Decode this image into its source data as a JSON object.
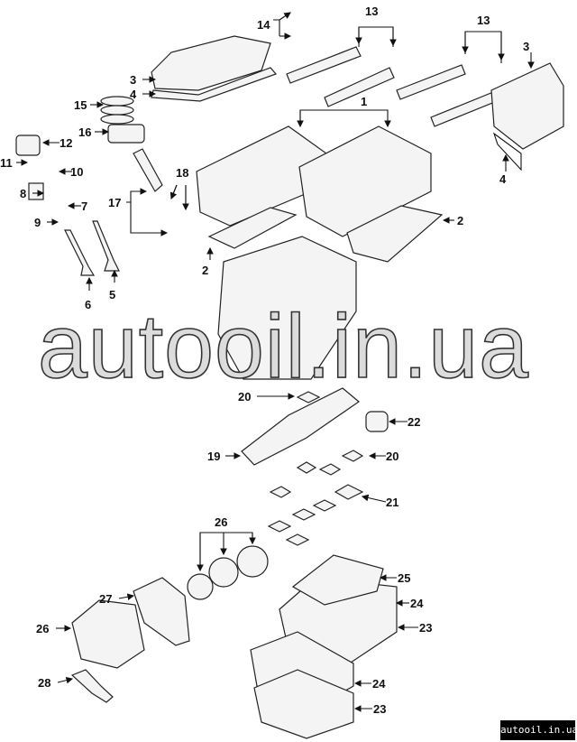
{
  "watermark": "autooil.in.ua",
  "badge": "autooil.in.ua",
  "callouts": [
    "1",
    "2",
    "2",
    "3",
    "3",
    "4",
    "4",
    "5",
    "6",
    "7",
    "8",
    "9",
    "10",
    "11",
    "12",
    "13",
    "13",
    "14",
    "15",
    "16",
    "17",
    "18",
    "19",
    "20",
    "20",
    "21",
    "22",
    "23",
    "23",
    "24",
    "24",
    "25",
    "26",
    "26",
    "27",
    "28"
  ]
}
